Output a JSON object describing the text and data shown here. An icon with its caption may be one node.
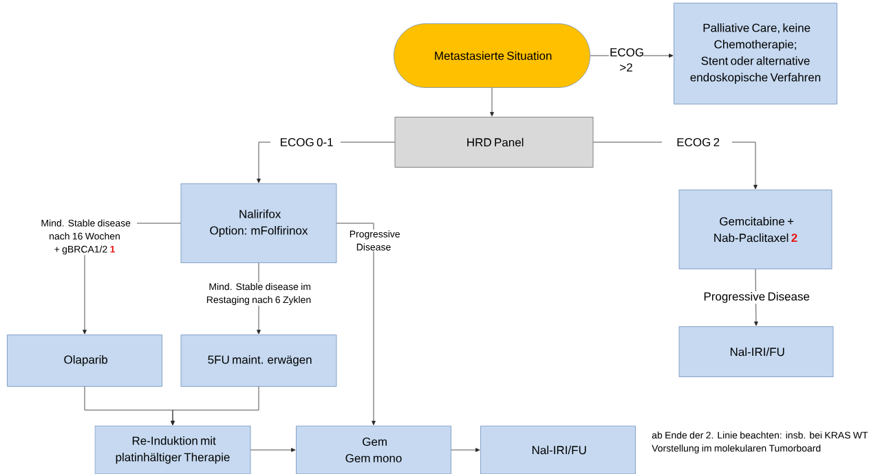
{
  "diagram": {
    "nodes": [
      {
        "text": [
          "Metastasierte Situation"
        ]
      },
      {
        "text": [
          "Palliative Care, keine Chemotherapie; Stent oder alternative endoskopische Verfahren"
        ]
      },
      {
        "text": [
          "HRD Panel"
        ]
      },
      {
        "text": [
          "Nalirifox",
          "Option: mFolfirinox"
        ]
      },
      {
        "text": [
          "Gemcitabine + Nab-Paclitaxel **2**"
        ]
      },
      {
        "text": [
          "Olaparib"
        ]
      },
      {
        "text": [
          "5FU maint. erwägen"
        ]
      },
      {
        "text": [
          "Nal-IRI/FU"
        ]
      },
      {
        "text": [
          "Re-Induktion mit platinhältiger Therapie"
        ]
      },
      {
        "text": [
          "Gem",
          "Gem mono"
        ]
      },
      {
        "text": [
          "Nal-IRI/FU"
        ]
      }
    ],
    "edges": [
      {
        "from": 0,
        "to": 1,
        "arrow": "to",
        "label": "ECOG >2"
      },
      {
        "from": 0,
        "to": 2,
        "arrow": "to"
      },
      {
        "from": 2,
        "to": 3,
        "arrow": "to",
        "label": "ECOG 0-1"
      },
      {
        "from": 2,
        "to": 4,
        "arrow": "to",
        "label": "ECOG 2"
      },
      {
        "from": 3,
        "to": 5,
        "arrow": "to",
        "label": "Mind. Stable disease nach 16 Wochen + gBRCA1/2 **1**"
      },
      {
        "from": 3,
        "to": 6,
        "arrow": "to",
        "label": "Mind. Stable disease im Restaging nach 6 Zyklen"
      },
      {
        "from": 3,
        "to": 9,
        "arrow": "to",
        "label": "Progressive Disease"
      },
      {
        "from": 4,
        "to": 7,
        "arrow": "to",
        "label": "Progressive Disease"
      },
      {
        "from": 5,
        "to": 8,
        "arrow": "to"
      },
      {
        "from": 6,
        "to": 8,
        "arrow": "to"
      },
      {
        "from": 8,
        "to": 9,
        "arrow": "to"
      },
      {
        "from": 9,
        "to": 10,
        "arrow": "to"
      }
    ],
    "labels": [
      "ab Ende der 2. Linie beachten: insb. bei KRAS WT Vorstellung im molekularen Tumorboard"
    ]
  }
}
